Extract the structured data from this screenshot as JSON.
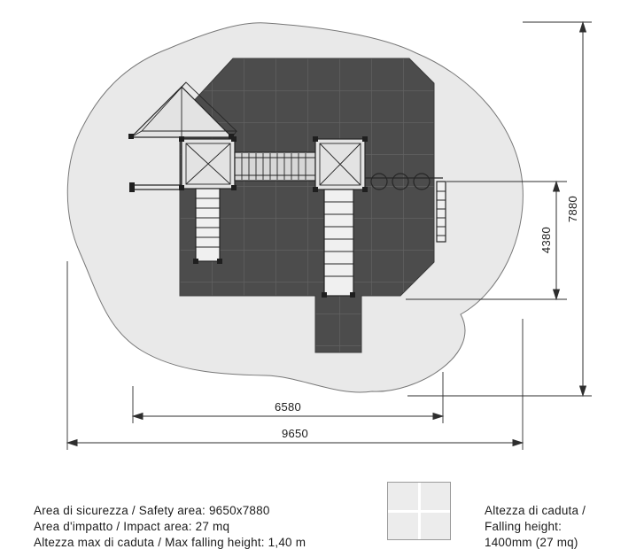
{
  "dimensions": {
    "overall_width": "9650",
    "overall_height": "7880",
    "inner_width": "6580",
    "inner_height": "4380"
  },
  "legend": {
    "safety_area": "Area di sicurezza / Safety area: 9650x7880",
    "impact_area": "Area d'impatto / Impact area: 27 mq",
    "max_falling_height": "Altezza max di caduta / Max falling height: 1,40 m"
  },
  "falling_height_note": {
    "line1": "Altezza di caduta /",
    "line2": "Falling height:",
    "line3": "1400mm (27 mq)"
  },
  "icons": {
    "impact_tile_icon": "2x2-rubber-tile-grid"
  },
  "colors": {
    "safety_area_fill": "#e9e9e9",
    "impact_area_fill": "#4c4c4c",
    "impact_grid_line": "#616161",
    "outline": "#787878",
    "line": "#2e2e2e",
    "text": "#1c1c1c"
  }
}
